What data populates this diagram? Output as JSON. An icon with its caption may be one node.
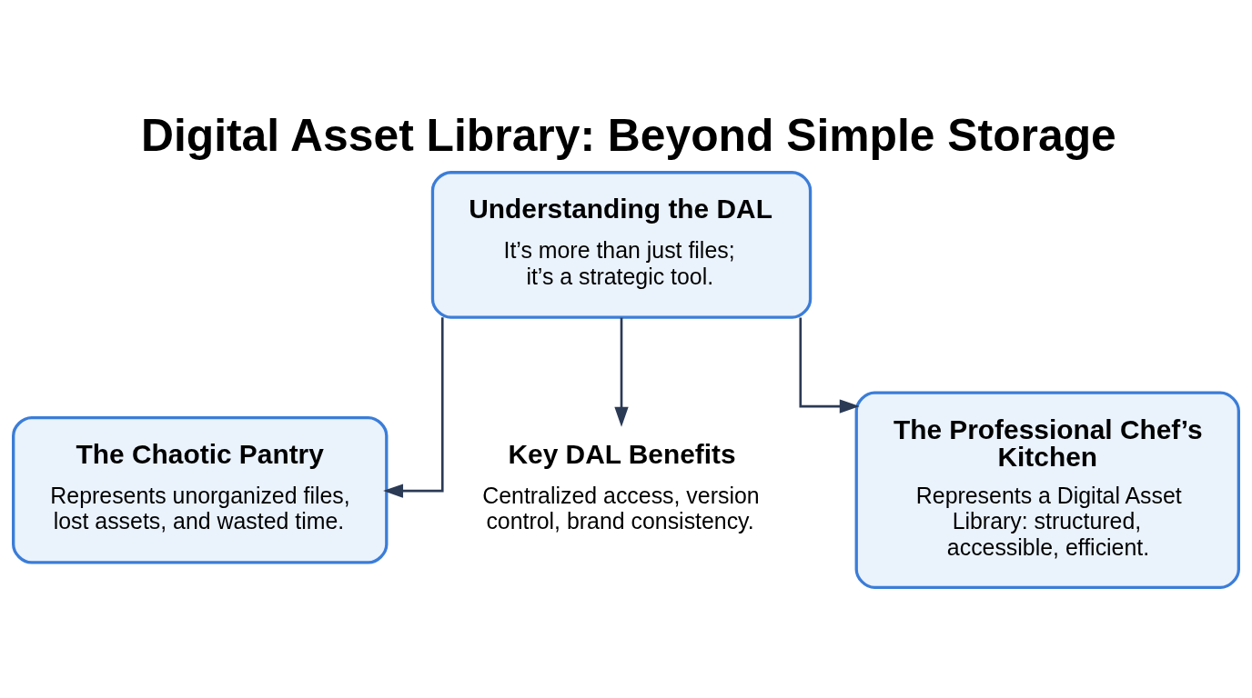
{
  "diagram": {
    "title": "Digital Asset Library: Beyond Simple Storage",
    "nodes": [
      {
        "text": [
          "Understanding the DAL",
          "It’s more than just files; it’s a strategic tool."
        ]
      },
      {
        "text": [
          "The Chaotic Pantry",
          "Represents unorganized files, lost assets, and wasted time."
        ]
      },
      {
        "text": [
          "Key DAL Benefits",
          "Centralized access, version control, brand consistency."
        ]
      },
      {
        "text": [
          "The Professional Chef’s Kitchen",
          "Represents a Digital Asset Library: structured, accessible, efficient."
        ]
      }
    ],
    "edges": [
      {
        "from": 0,
        "to": 1,
        "arrow": "to"
      },
      {
        "from": 0,
        "to": 2,
        "arrow": "to"
      },
      {
        "from": 0,
        "to": 3,
        "arrow": "to"
      }
    ]
  }
}
